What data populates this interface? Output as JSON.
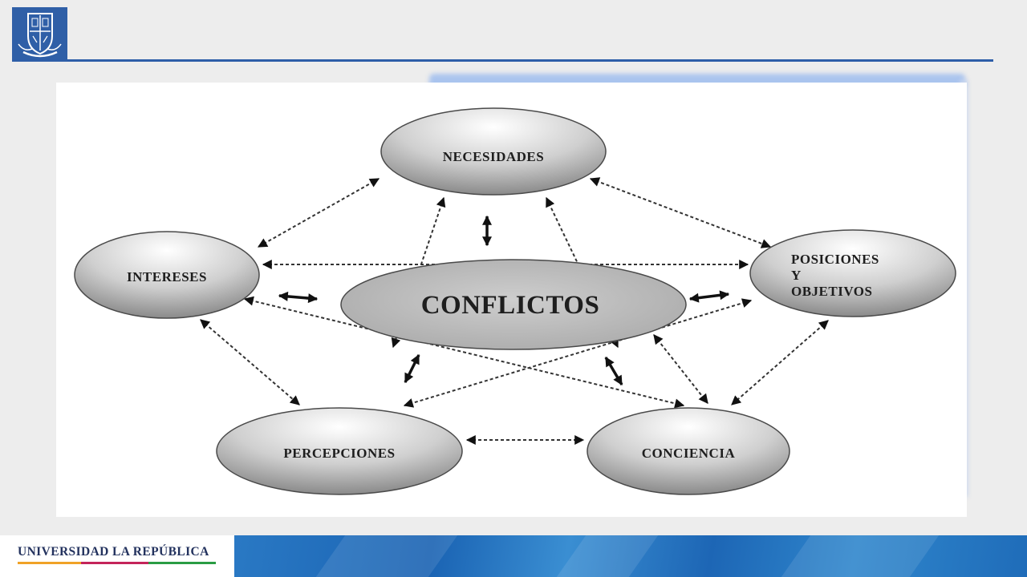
{
  "header": {
    "logo_icon": "university-crest-icon",
    "line_color": "#2e5ea8"
  },
  "diagram": {
    "nodes": {
      "center": "CONFLICTOS",
      "top": "NECESIDADES",
      "left": "INTERESES",
      "right_line1": "POSICIONES",
      "right_line2": "Y",
      "right_line3": "OBJETIVOS",
      "bottom_left": "PERCEPCIONES",
      "bottom_right": "CONCIENCIA"
    },
    "relations": [
      [
        "NECESIDADES",
        "INTERESES"
      ],
      [
        "NECESIDADES",
        "POSICIONES Y OBJETIVOS"
      ],
      [
        "NECESIDADES",
        "PERCEPCIONES"
      ],
      [
        "NECESIDADES",
        "CONCIENCIA"
      ],
      [
        "NECESIDADES",
        "CONFLICTOS"
      ],
      [
        "INTERESES",
        "POSICIONES Y OBJETIVOS"
      ],
      [
        "INTERESES",
        "PERCEPCIONES"
      ],
      [
        "INTERESES",
        "CONCIENCIA"
      ],
      [
        "INTERESES",
        "CONFLICTOS"
      ],
      [
        "POSICIONES Y OBJETIVOS",
        "PERCEPCIONES"
      ],
      [
        "POSICIONES Y OBJETIVOS",
        "CONCIENCIA"
      ],
      [
        "POSICIONES Y OBJETIVOS",
        "CONFLICTOS"
      ],
      [
        "PERCEPCIONES",
        "CONCIENCIA"
      ],
      [
        "PERCEPCIONES",
        "CONFLICTOS"
      ],
      [
        "CONCIENCIA",
        "CONFLICTOS"
      ]
    ]
  },
  "footer": {
    "institution": "UNIVERSIDAD LA REPÚBLICA",
    "stripe_colors": [
      "#f0a227",
      "#c4245a",
      "#2a9c44"
    ],
    "band_color": "#1a63b3"
  }
}
